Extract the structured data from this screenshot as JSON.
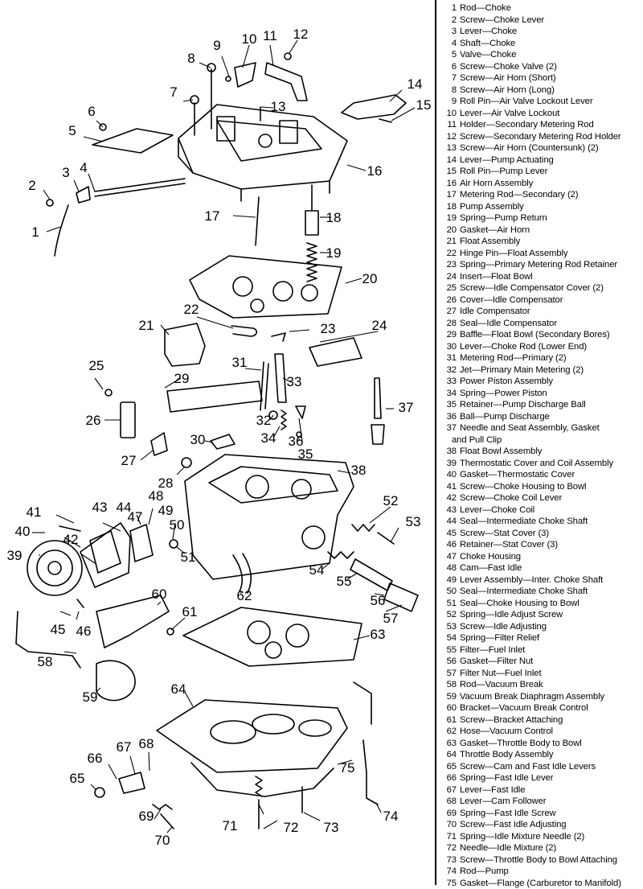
{
  "legend": [
    {
      "num": "1",
      "label": "Rod—Choke"
    },
    {
      "num": "2",
      "label": "Screw—Choke Lever"
    },
    {
      "num": "3",
      "label": "Lever—Choke"
    },
    {
      "num": "4",
      "label": "Shaft—Choke"
    },
    {
      "num": "5",
      "label": "Valve—Choke"
    },
    {
      "num": "6",
      "label": "Screw—Choke Valve (2)"
    },
    {
      "num": "7",
      "label": "Screw—Air Horn (Short)"
    },
    {
      "num": "8",
      "label": "Screw—Air Horn (Long)"
    },
    {
      "num": "9",
      "label": "Roll Pin—Air Valve Lockout Lever"
    },
    {
      "num": "10",
      "label": "Lever—Air Valve Lockout"
    },
    {
      "num": "11",
      "label": "Holder—Secondary Metering Rod"
    },
    {
      "num": "12",
      "label": "Screw—Secondary Metering Rod Holder"
    },
    {
      "num": "13",
      "label": "Screw—Air Horn (Countersunk) (2)"
    },
    {
      "num": "14",
      "label": "Lever—Pump Actuating"
    },
    {
      "num": "15",
      "label": "Roll Pin—Pump Lever"
    },
    {
      "num": "16",
      "label": "Air Horn Assembly"
    },
    {
      "num": "17",
      "label": "Metering Rod—Secondary (2)"
    },
    {
      "num": "18",
      "label": "Pump Assembly"
    },
    {
      "num": "19",
      "label": "Spring—Pump Return"
    },
    {
      "num": "20",
      "label": "Gasket—Air Horn"
    },
    {
      "num": "21",
      "label": "Float Assembly"
    },
    {
      "num": "22",
      "label": "Hinge Pin—Float Assembly"
    },
    {
      "num": "23",
      "label": "Spring—Primary Metering Rod Retainer"
    },
    {
      "num": "24",
      "label": "Insert—Float Bowl"
    },
    {
      "num": "25",
      "label": "Screw—Idle Compensator Cover (2)"
    },
    {
      "num": "26",
      "label": "Cover—Idle Compensator"
    },
    {
      "num": "27",
      "label": "Idle Compensator"
    },
    {
      "num": "28",
      "label": "Seal—Idle Compensator"
    },
    {
      "num": "29",
      "label": "Baffle—Float Bowl (Secondary Bores)"
    },
    {
      "num": "30",
      "label": "Lever—Choke Rod (Lower End)"
    },
    {
      "num": "31",
      "label": "Metering Rod—Primary (2)"
    },
    {
      "num": "32",
      "label": "Jet—Primary Main Metering (2)"
    },
    {
      "num": "33",
      "label": "Power Piston Assembly"
    },
    {
      "num": "34",
      "label": "Spring—Power Piston"
    },
    {
      "num": "35",
      "label": "Retainer—Pump Discharge Ball"
    },
    {
      "num": "36",
      "label": "Ball—Pump Discharge"
    },
    {
      "num": "37",
      "label": "Needle and Seat Assembly, Gasket"
    },
    {
      "num": "",
      "label": "and Pull Clip"
    },
    {
      "num": "38",
      "label": "Float Bowl Assembly"
    },
    {
      "num": "39",
      "label": "Thermostatic Cover and Coil Assembly"
    },
    {
      "num": "40",
      "label": "Gasket—Thermostatic Cover"
    },
    {
      "num": "41",
      "label": "Screw—Choke Housing to Bowl"
    },
    {
      "num": "42",
      "label": "Screw—Choke Coil Lever"
    },
    {
      "num": "43",
      "label": "Lever—Choke Coil"
    },
    {
      "num": "44",
      "label": "Seal—Intermediate Choke Shaft"
    },
    {
      "num": "45",
      "label": "Screw—Stat Cover (3)"
    },
    {
      "num": "46",
      "label": "Retainer—Stat Cover (3)"
    },
    {
      "num": "47",
      "label": "Choke Housing"
    },
    {
      "num": "48",
      "label": "Cam—Fast Idle"
    },
    {
      "num": "49",
      "label": "Lever Assembly—Inter. Choke Shaft"
    },
    {
      "num": "50",
      "label": "Seal—Intermediate Choke Shaft"
    },
    {
      "num": "51",
      "label": "Seal—Choke Housing to Bowl"
    },
    {
      "num": "52",
      "label": "Spring—Idle Adjust Screw"
    },
    {
      "num": "53",
      "label": "Screw—Idle Adjusting"
    },
    {
      "num": "54",
      "label": "Spring—Filter Relief"
    },
    {
      "num": "55",
      "label": "Filter—Fuel Inlet"
    },
    {
      "num": "56",
      "label": "Gasket—Filter Nut"
    },
    {
      "num": "57",
      "label": "Filter Nut—Fuel Inlet"
    },
    {
      "num": "58",
      "label": "Rod—Vacuum Break"
    },
    {
      "num": "59",
      "label": "Vacuum Break Diaphragm Assembly"
    },
    {
      "num": "60",
      "label": "Bracket—Vacuum Break Control"
    },
    {
      "num": "61",
      "label": "Screw—Bracket Attaching"
    },
    {
      "num": "62",
      "label": "Hose—Vacuum Control"
    },
    {
      "num": "63",
      "label": "Gasket—Throttle Body to Bowl"
    },
    {
      "num": "64",
      "label": "Throttle Body Assembly"
    },
    {
      "num": "65",
      "label": "Screw—Cam and Fast Idle Levers"
    },
    {
      "num": "66",
      "label": "Spring—Fast Idle Lever"
    },
    {
      "num": "67",
      "label": "Lever—Fast Idle"
    },
    {
      "num": "68",
      "label": "Lever—Cam Follower"
    },
    {
      "num": "69",
      "label": "Spring—Fast Idle Screw"
    },
    {
      "num": "70",
      "label": "Screw—Fast Idle Adjusting"
    },
    {
      "num": "71",
      "label": "Spring—Idle Mixture Needle (2)"
    },
    {
      "num": "72",
      "label": "Needle—Idle Mixture (2)"
    },
    {
      "num": "73",
      "label": "Screw—Throttle Body to Bowl Attaching"
    },
    {
      "num": "74",
      "label": "Rod—Pump"
    },
    {
      "num": "75",
      "label": "Gasket—Flange (Carburetor to Manifold)"
    }
  ],
  "callouts": [
    "1",
    "2",
    "3",
    "4",
    "5",
    "6",
    "7",
    "8",
    "9",
    "10",
    "11",
    "12",
    "13",
    "14",
    "15",
    "16",
    "17",
    "18",
    "19",
    "20",
    "21",
    "22",
    "23",
    "24",
    "25",
    "26",
    "27",
    "28",
    "29",
    "30",
    "31",
    "32",
    "33",
    "34",
    "35",
    "36",
    "37",
    "38",
    "39",
    "40",
    "41",
    "42",
    "43",
    "44",
    "45",
    "46",
    "47",
    "48",
    "49",
    "50",
    "51",
    "52",
    "53",
    "54",
    "55",
    "56",
    "57",
    "58",
    "59",
    "60",
    "61",
    "62",
    "63",
    "64",
    "65",
    "66",
    "67",
    "68",
    "69",
    "70",
    "71",
    "72",
    "73",
    "74",
    "75"
  ]
}
